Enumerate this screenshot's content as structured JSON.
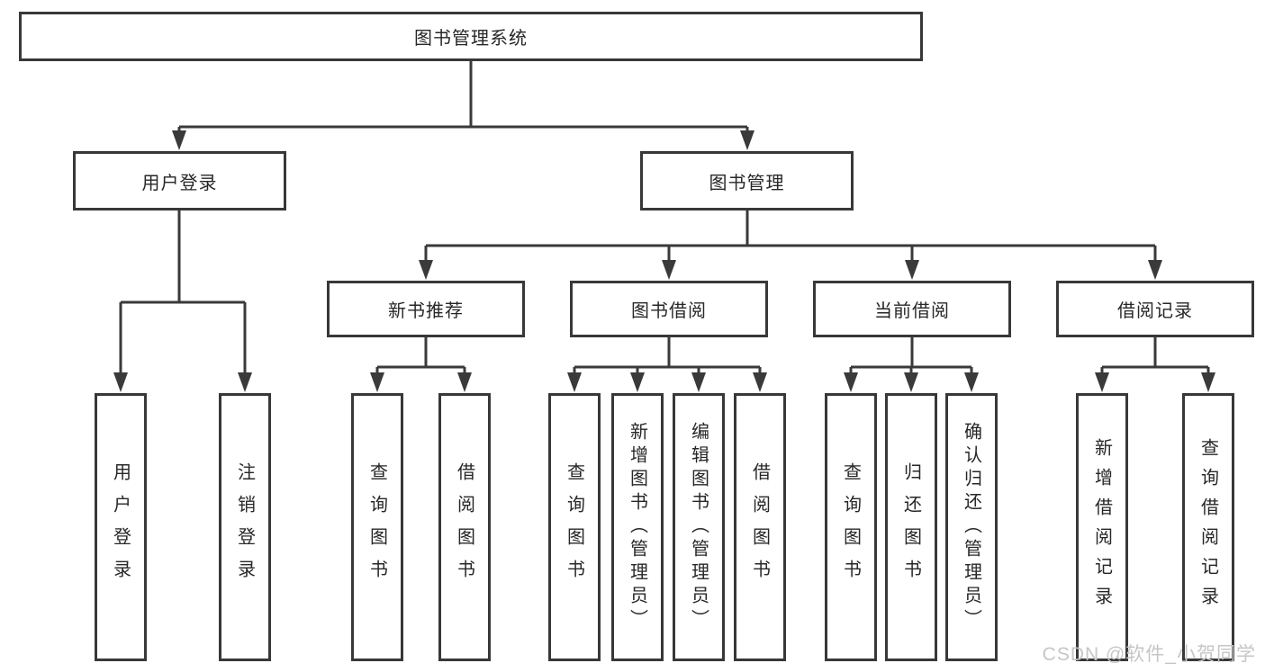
{
  "tree": {
    "label": "图书管理系统",
    "children": [
      {
        "label": "用户登录",
        "children": [
          {
            "label": "用户登录"
          },
          {
            "label": "注销登录"
          }
        ]
      },
      {
        "label": "图书管理",
        "children": [
          {
            "label": "新书推荐",
            "children": [
              {
                "label": "查询图书"
              },
              {
                "label": "借阅图书"
              }
            ]
          },
          {
            "label": "图书借阅",
            "children": [
              {
                "label": "查询图书"
              },
              {
                "label": "新增图书（管理员）"
              },
              {
                "label": "编辑图书（管理员）"
              },
              {
                "label": "借阅图书"
              }
            ]
          },
          {
            "label": "当前借阅",
            "children": [
              {
                "label": "查询图书"
              },
              {
                "label": "归还图书"
              },
              {
                "label": "确认归还（管理员）"
              }
            ]
          },
          {
            "label": "借阅记录",
            "children": [
              {
                "label": "新增借阅记录"
              },
              {
                "label": "查询借阅记录"
              }
            ]
          }
        ]
      }
    ]
  },
  "watermark": {
    "text": "CSDN @软件_小贺同学"
  },
  "colors": {
    "line": "#3a3a3a",
    "text": "#272727",
    "watermark": "#c6c6c6",
    "background": "#ffffff"
  }
}
